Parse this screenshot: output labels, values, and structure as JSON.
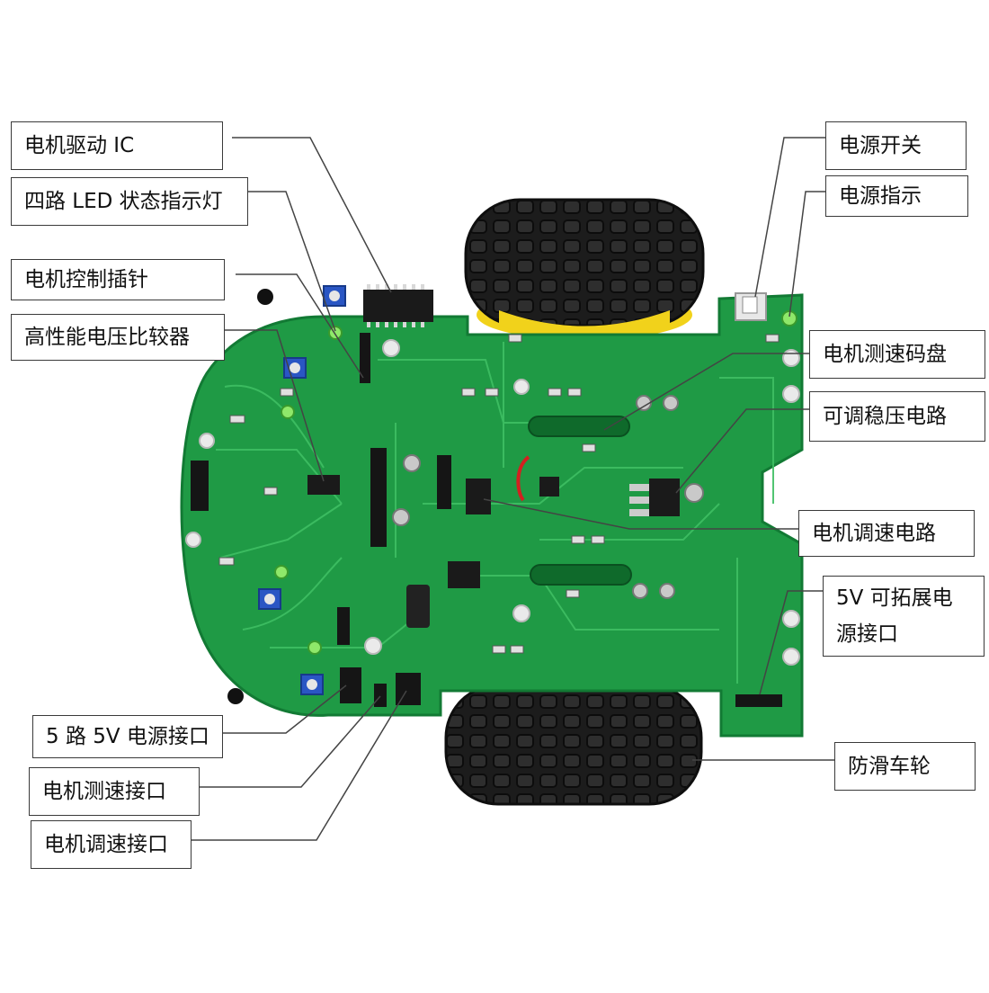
{
  "labels": {
    "motor_driver_ic": "电机驱动 IC",
    "led_status": "四路 LED 状态指示灯",
    "motor_control_pins": "电机控制插针",
    "voltage_comparator": "高性能电压比较器",
    "power_switch": "电源开关",
    "power_indicator": "电源指示",
    "speed_disc": "电机测速码盘",
    "adjustable_regulator": "可调稳压电路",
    "speed_control_circuit": "电机调速电路",
    "expansion_port_line1": "5V 可拓展电",
    "expansion_port_line2": "源接口",
    "power_port_5way": "5 路 5V 电源接口",
    "speed_measure_port": "电机测速接口",
    "speed_control_port": "电机调速接口",
    "anti_slip_wheel": "防滑车轮"
  },
  "colors": {
    "pcb": "#1f9a45",
    "pcb_dark": "#127a34",
    "trace": "#3fbf63",
    "tire": "#1c1c1c",
    "hub": "#f1d21b",
    "ic": "#1a1a1a",
    "line": "#444444"
  }
}
